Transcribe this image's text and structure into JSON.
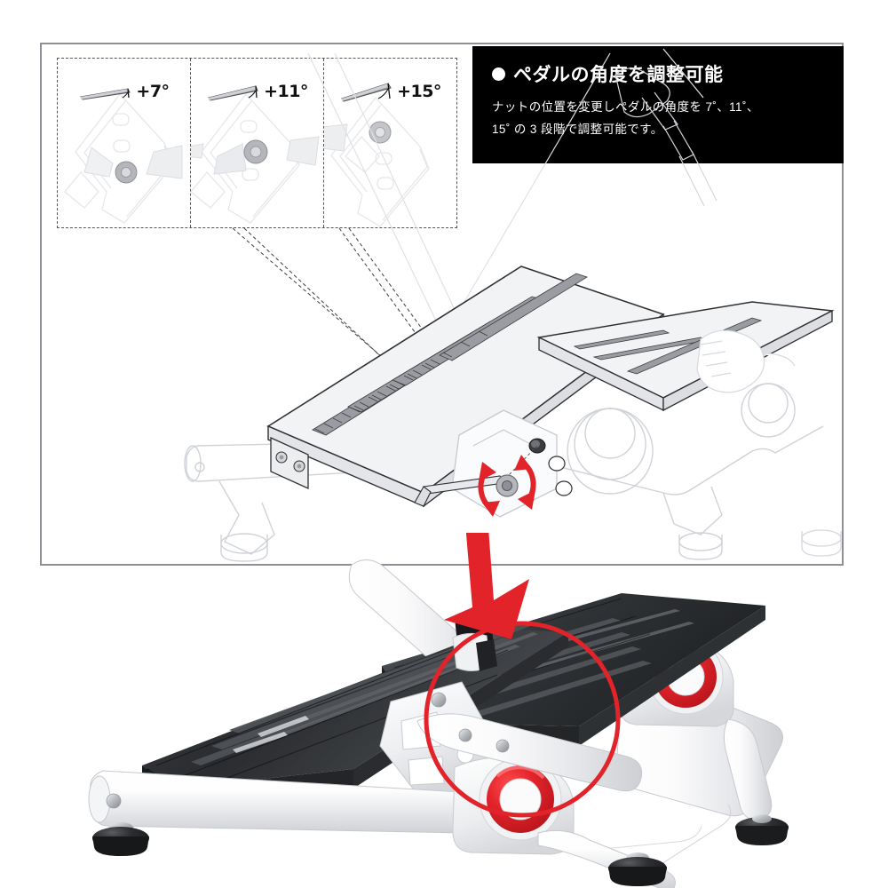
{
  "headline": {
    "bullet": "bullet-dot",
    "title": "ペダルの角度を調整可能",
    "body_line1": "ナットの位置を変更しペダルの角度を 7˚、11˚、",
    "body_line2": "15˚ の 3 段階で調整可能です。"
  },
  "angle_options": [
    {
      "label": "+7°",
      "degrees": 7,
      "nut_position": "lower"
    },
    {
      "label": "+11°",
      "degrees": 11,
      "nut_position": "middle"
    },
    {
      "label": "+15°",
      "degrees": 15,
      "nut_position": "upper"
    }
  ],
  "colors": {
    "accent_red": "#e2232a",
    "frame_border": "#8e9095",
    "headline_bg": "#000000",
    "pedal_dark": "#2b2d30",
    "line_art": "#b9bcc2"
  },
  "callouts": {
    "adjust_circle": "rotation-callout-circle",
    "arrow": "callout-arrow"
  }
}
